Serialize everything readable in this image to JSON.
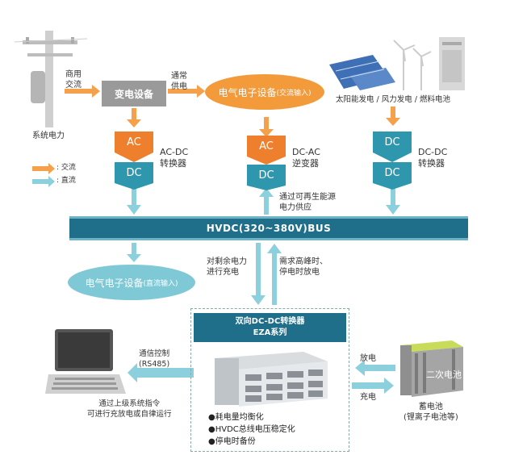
{
  "grid_power": {
    "label": "系统电力",
    "commercial_ac": "商用\n交流"
  },
  "substation": {
    "label": "变电设备",
    "normal_supply": "通常\n供电"
  },
  "ac_device": {
    "label": "电气电子设备",
    "sub": "(交流输入)"
  },
  "renewables": {
    "label": "太阳能发电 / 风力发电 / 燃料电池"
  },
  "legend": {
    "ac": ": 交流",
    "dc": ": 直流"
  },
  "converters": {
    "acdc": {
      "top": "AC",
      "bottom": "DC",
      "name": "AC-DC\n转换器"
    },
    "dcac": {
      "top": "AC",
      "bottom": "DC",
      "name": "DC-AC\n逆变器"
    },
    "dcdc": {
      "top": "DC",
      "bottom": "DC",
      "name": "DC-DC\n转换器"
    }
  },
  "renewable_supply": "通过可再生能源\n电力供应",
  "bus": {
    "label": "HVDC(320~380V)BUS"
  },
  "dc_device": {
    "label": "电气电子设备",
    "sub": "(直流输入)"
  },
  "charge_surplus": "对剩余电力\n进行充电",
  "discharge_peak": "需求高峰时、\n停电时放电",
  "eza": {
    "title1": "双向DC-DC转换器",
    "title2": "EZA系列",
    "features": [
      "●耗电量均衡化",
      "●HVDC总线电压稳定化",
      "●停电时备份"
    ]
  },
  "comm": {
    "label": "通信控制\n(RS485)",
    "note": "通过上级系统指令\n可进行充放电或自律运行"
  },
  "battery": {
    "label": "二次电池",
    "name": "蓄电池\n(锂离子电池等)",
    "discharge": "放电",
    "charge": "充电"
  },
  "colors": {
    "ac": "#f39a3b",
    "dc": "#7fc8d6",
    "bus": "#1f6f8b"
  }
}
